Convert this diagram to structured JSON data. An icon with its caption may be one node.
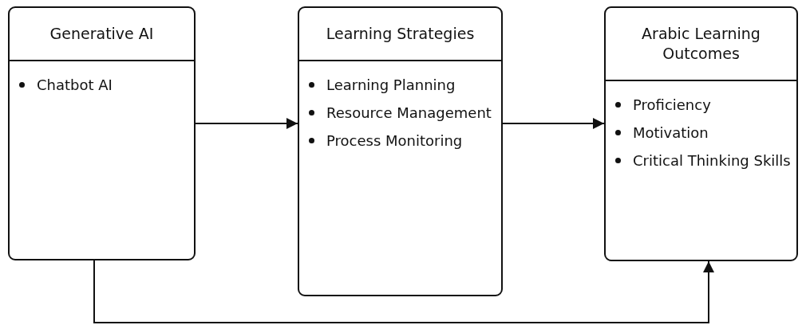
{
  "diagram": {
    "nodes": [
      {
        "text": [
          "Generative AI",
          "Chatbot AI"
        ]
      },
      {
        "text": [
          "Learning Strategies",
          "Learning Planning",
          "Resource Management",
          "Process Monitoring"
        ]
      },
      {
        "text": [
          "Arabic Learning Outcomes",
          "Proficiency",
          "Motivation",
          "Critical Thinking Skills"
        ]
      }
    ],
    "edges": [
      {
        "from": 0,
        "to": 1,
        "arrow": "to"
      },
      {
        "from": 1,
        "to": 2,
        "arrow": "to"
      },
      {
        "from": 0,
        "to": 2,
        "arrow": "to"
      }
    ]
  }
}
